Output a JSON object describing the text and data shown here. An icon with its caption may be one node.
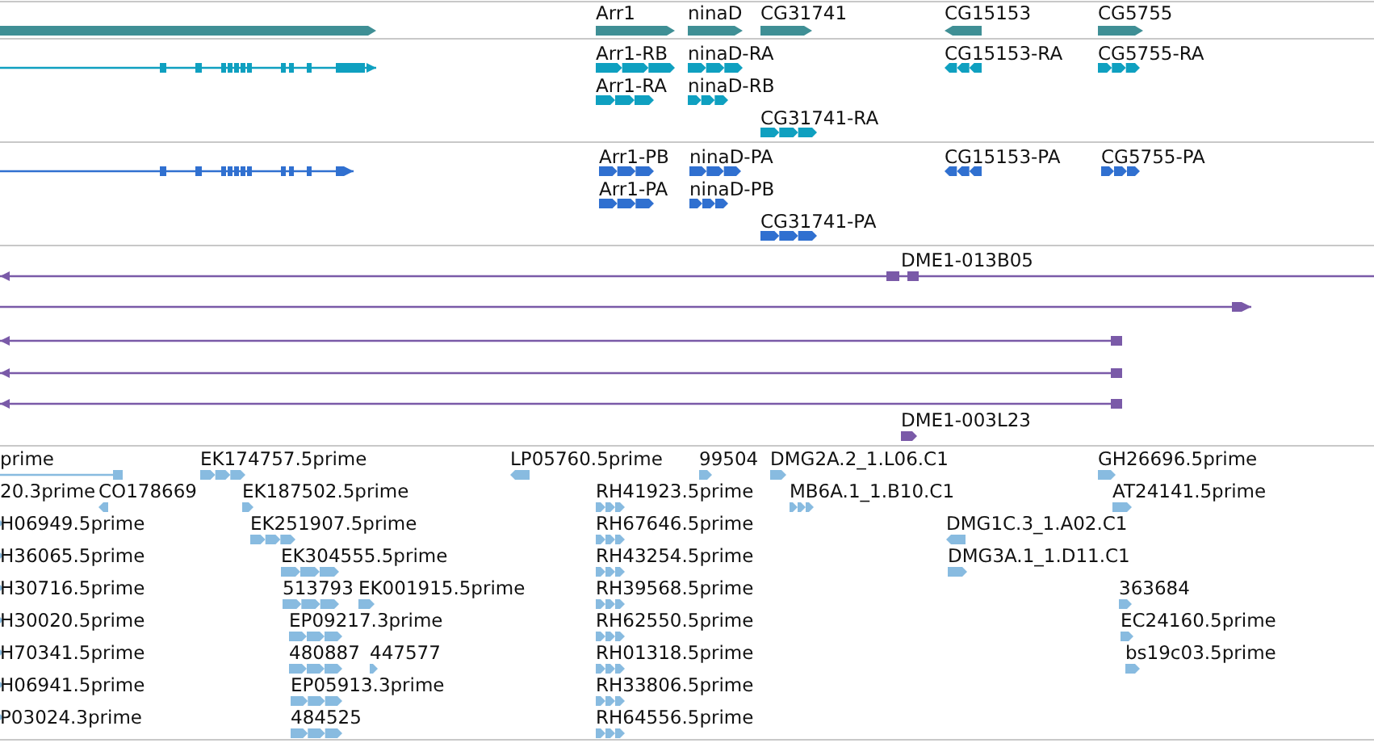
{
  "diagram": {
    "labels": [
      "Arr1",
      "ninaD",
      "CG31741",
      "CG15153",
      "CG5755",
      "Arr1-RB",
      "ninaD-RA",
      "CG15153-RA",
      "CG5755-RA",
      "Arr1-RA",
      "ninaD-RB",
      "CG31741-RA",
      "Arr1-PB",
      "ninaD-PA",
      "CG15153-PA",
      "CG5755-PA",
      "Arr1-PA",
      "ninaD-PB",
      "CG31741-PA",
      "DME1-013B05",
      "DME1-003L23",
      "prime",
      "EK174757.5prime",
      "LP05760.5prime",
      "99504",
      "DMG2A.2_1.L06.C1",
      "GH26696.5prime",
      "20.3prime",
      "CO178669",
      "EK187502.5prime",
      "RH41923.5prime",
      "MB6A.1_1.B10.C1",
      "AT24141.5prime",
      "H06949.5prime",
      "EK251907.5prime",
      "RH67646.5prime",
      "DMG1C.3_1.A02.C1",
      "H36065.5prime",
      "EK304555.5prime",
      "RH43254.5prime",
      "DMG3A.1_1.D11.C1",
      "H30716.5prime",
      "513793",
      "EK001915.5prime",
      "RH39568.5prime",
      "363684",
      "H30020.5prime",
      "EP09217.3prime",
      "RH62550.5prime",
      "EC24160.5prime",
      "H70341.5prime",
      "480887",
      "447577",
      "RH01318.5prime",
      "bs19c03.5prime",
      "H06941.5prime",
      "EP05913.3prime",
      "RH33806.5prime",
      "P03024.3prime",
      "484525",
      "RH64556.5prime"
    ]
  }
}
